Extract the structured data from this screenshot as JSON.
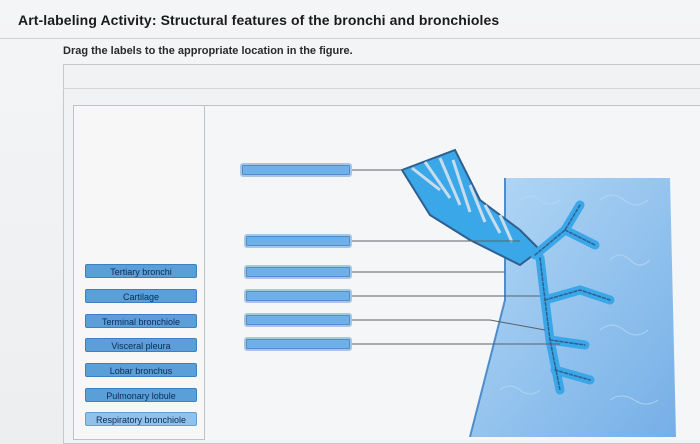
{
  "header": {
    "title": "Art-labeling Activity: Structural features of the bronchi and bronchioles"
  },
  "activity": {
    "instruction": "Drag the labels to the appropriate location in the figure."
  },
  "label_bank": {
    "items": [
      "Tertiary bronchi",
      "Cartilage",
      "Terminal bronchiole",
      "Visceral pleura",
      "Lobar bronchus",
      "Pulmonary lobule",
      "Respiratory bronchiole"
    ]
  },
  "colors": {
    "chip_fill": "#5b9fd9",
    "target_fill": "#6fb0e8",
    "bronchus_blue": "#3aa7e8",
    "lobule_blue": "#7ab8ee"
  }
}
